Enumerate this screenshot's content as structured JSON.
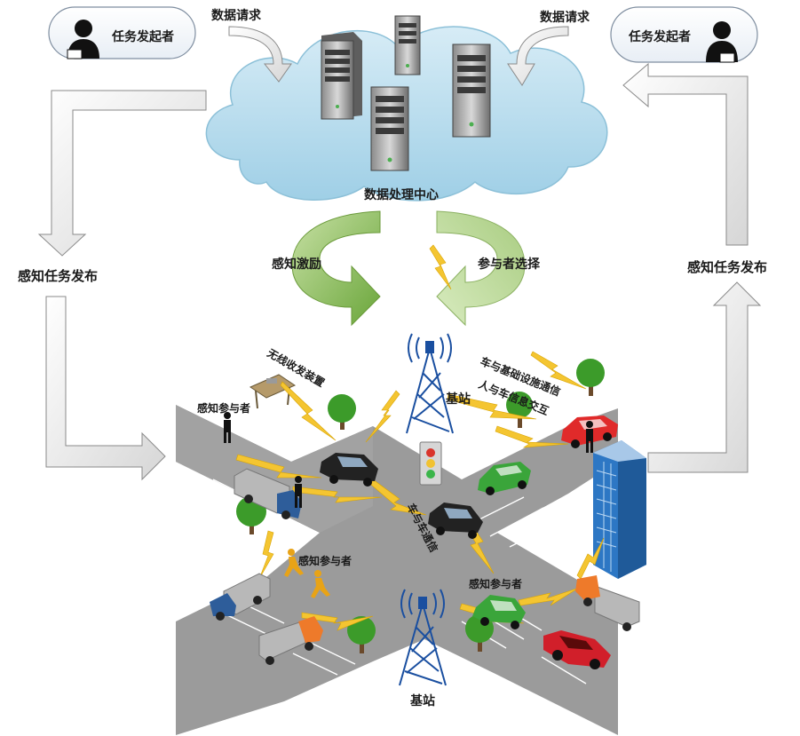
{
  "labels": {
    "initiator_left": "任务发起者",
    "initiator_right": "任务发起者",
    "data_request_left": "数据请求",
    "data_request_right": "数据请求",
    "data_center": "数据处理中心",
    "incentive": "感知激励",
    "participant_selection": "参与者选择",
    "task_release_left": "感知任务发布",
    "task_release_right": "感知任务发布",
    "wireless_device": "无线收发装置",
    "base_station_top": "基站",
    "base_station_bottom": "基站",
    "v2i": "车与基础设施通信",
    "p2v": "人与车信息交互",
    "v2v": "车与车通信",
    "participant_1": "感知参与者",
    "participant_2": "感知参与者",
    "participant_3": "感知参与者"
  },
  "colors": {
    "cloud": "#aed6ea",
    "road": "#9a9a9a",
    "green_arrow": "#8fbf5a",
    "lightning": "#f4c531",
    "tree": "#3c9b2a",
    "building": "#2d77c4"
  }
}
